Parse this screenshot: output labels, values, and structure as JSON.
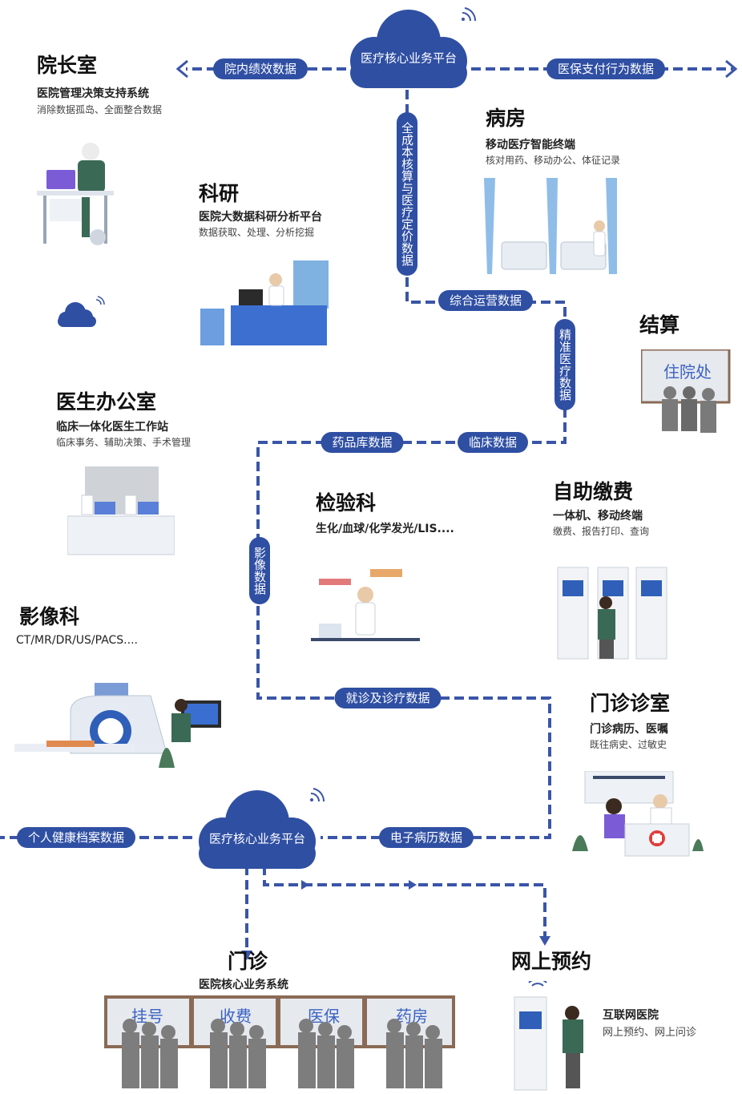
{
  "clouds": {
    "top": "医疗核心业务平台",
    "bottom": "医疗核心业务平台"
  },
  "flows": {
    "hospital_performance": "院内绩效数据",
    "insurance_payment": "医保支付行为数据",
    "full_cost": "全成本核算与医疗定价数据",
    "operations": "综合运营数据",
    "precision": "精准医疗数据",
    "pharmacy": "药品库数据",
    "clinical": "临床数据",
    "imaging": "影像数据",
    "visit": "就诊及诊疗数据",
    "health_record": "个人健康档案数据",
    "emr": "电子病历数据"
  },
  "departments": {
    "president": {
      "title": "院长室",
      "subtitle": "医院管理决策支持系统",
      "desc": "消除数据孤岛、全面整合数据"
    },
    "ward": {
      "title": "病房",
      "subtitle": "移动医疗智能终端",
      "desc": "核对用药、移动办公、体征记录"
    },
    "research": {
      "title": "科研",
      "subtitle": "医院大数据科研分析平台",
      "desc": "数据获取、处理、分析挖掘"
    },
    "settlement": {
      "title": "结算",
      "sign": "住院处"
    },
    "doctor_office": {
      "title": "医生办公室",
      "subtitle": "临床一体化医生工作站",
      "desc": "临床事务、辅助决策、手术管理"
    },
    "lab": {
      "title": "检验科",
      "subtitle": "生化/血球/化学发光/LIS...."
    },
    "self_pay": {
      "title": "自助缴费",
      "subtitle": "一体机、移动终端",
      "desc": "缴费、报告打印、查询"
    },
    "imaging_dept": {
      "title": "影像科",
      "subtitle": "CT/MR/DR/US/PACS...."
    },
    "outpatient_room": {
      "title": "门诊诊室",
      "subtitle": "门诊病历、医嘱",
      "desc": "既往病史、过敏史"
    },
    "outpatient": {
      "title": "门诊",
      "subtitle": "医院核心业务系统",
      "windows": [
        "挂号",
        "收费",
        "医保",
        "药房"
      ]
    },
    "online": {
      "title": "网上预约",
      "subtitle": "互联网医院",
      "desc": "网上预约、网上问诊"
    }
  },
  "colors": {
    "accent": "#2f4fa3",
    "link": "#3a55a8",
    "sign": "#3b63c4"
  }
}
